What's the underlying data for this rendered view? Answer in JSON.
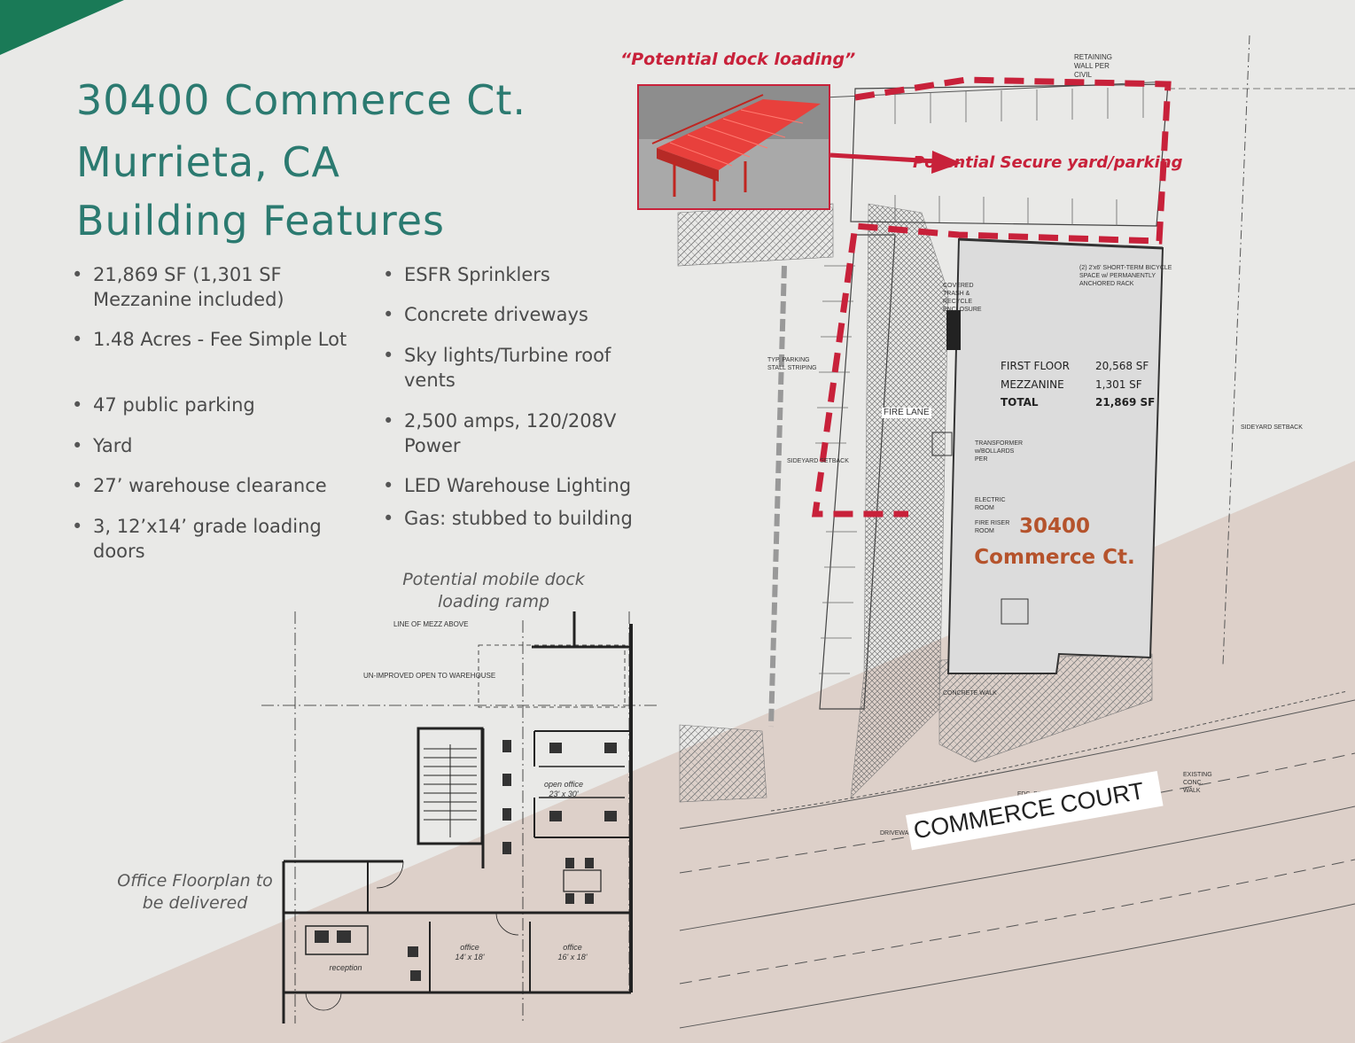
{
  "title": {
    "line1": "30400 Commerce Ct.",
    "line2": "Murrieta, CA",
    "line3": "Building Features"
  },
  "features_left": [
    "21,869 SF (1,301 SF Mezzanine included)",
    "1.48 Acres - Fee Simple Lot",
    "47 public parking",
    "Yard",
    "27’ warehouse clearance",
    "3, 12’x14’ grade loading doors"
  ],
  "features_right": [
    "ESFR Sprinklers",
    "Concrete driveways",
    "Sky lights/Turbine roof vents",
    "2,500 amps, 120/208V Power",
    "LED Warehouse Lighting",
    "Gas: stubbed to building"
  ],
  "captions": {
    "dock_loading": "“Potential dock loading”",
    "mobile_dock": "Potential mobile dock loading ramp",
    "office_floorplan": "Office Floorplan to be delivered",
    "secure_yard": "Potential Secure yard/parking"
  },
  "site_plan": {
    "building_label": "30400 Commerce Ct.",
    "street": "COMMERCE COURT",
    "area_table": [
      {
        "label": "FIRST FLOOR",
        "value": "20,568 SF"
      },
      {
        "label": "MEZZANINE",
        "value": "1,301 SF"
      },
      {
        "label": "TOTAL",
        "value": "21,869 SF"
      }
    ],
    "notes": {
      "fire_lane": "FIRE LANE",
      "retaining_wall": "RETAINING WALL PER CIVIL",
      "transformer": "TRANSFORMER w/BOLLARDS PER",
      "electric_room": "ELECTRIC ROOM",
      "fire_riser": "FIRE RISER ROOM",
      "trash": "COVERED TRASH & RECYCLE ENCLOSURE",
      "bicycle": "(2) 2'x6' SHORT-TERM BICYCLE SPACE w/ PERMANENTLY ANCHORED RACK",
      "parking_striping": "TYP. PARKING STALL STRIPING",
      "concrete_walk": "CONCRETE WALK",
      "existing_walk": "EXISTING CONC. WALK",
      "fdc": "FDC, PIV & DCDA",
      "driveway": "DRIVEWAY",
      "sideyard": "SIDEYARD SETBACK"
    }
  },
  "floor_plan": {
    "line_of_mezz": "LINE OF MEZZ ABOVE",
    "unimproved": "UN-IMPROVED OPEN TO WAREHOUSE",
    "open_office": "open office",
    "open_office_dim": "23' x 30'",
    "office1": "office",
    "office1_dim": "14' x 18'",
    "office2": "office",
    "office2_dim": "16' x 18'",
    "reception": "reception"
  },
  "colors": {
    "title_teal": "#2b7a70",
    "accent_red": "#c8213a",
    "building_label": "#b5532c",
    "corner_green": "#1a7a57",
    "lower_band": "#ddd0c9"
  }
}
